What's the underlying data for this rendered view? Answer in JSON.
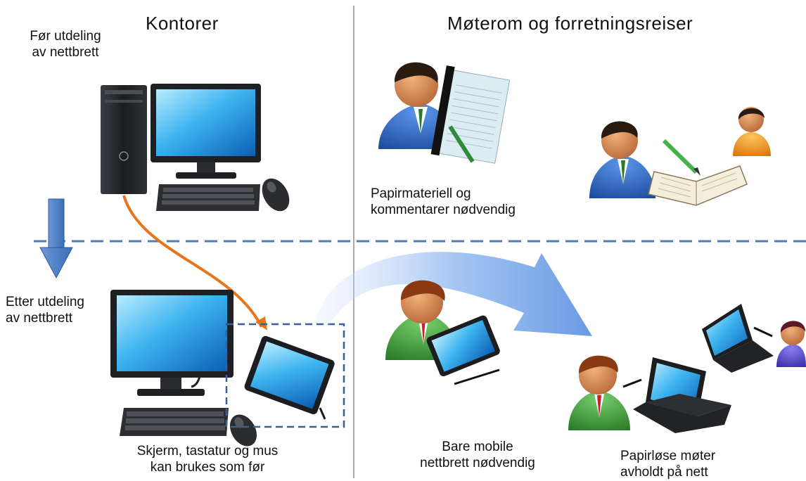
{
  "headers": {
    "offices": "Kontorer",
    "meetings": "Møterom og forretningsreiser"
  },
  "side_labels": {
    "before_line1": "Før utdeling",
    "before_line2": "av nettbrett",
    "after_line1": "Etter utdeling",
    "after_line2": "av nettbrett"
  },
  "captions": {
    "paper_line1": "Papirmateriell og",
    "paper_line2": "kommentarer nødvendig",
    "reuse_line1": "Skjerm, tastatur og mus",
    "reuse_line2": "kan brukes som før",
    "tablet_line1": "Bare mobile",
    "tablet_line2": "nettbrett nødvendig",
    "paperless_line1": "Papirløse møter",
    "paperless_line2": "avholdt på nett"
  },
  "colors": {
    "divider": "#4a7cc0",
    "orange_link": "#e8741c",
    "down_arrow": "#4f7fc0",
    "curved_arrow": "#7aa6e8",
    "screen": "#3aa8e8",
    "person_blue": "#2f67c4",
    "person_green": "#3fa23a",
    "person_orange": "#f29a1f",
    "person_purple": "#5a4ac8"
  }
}
